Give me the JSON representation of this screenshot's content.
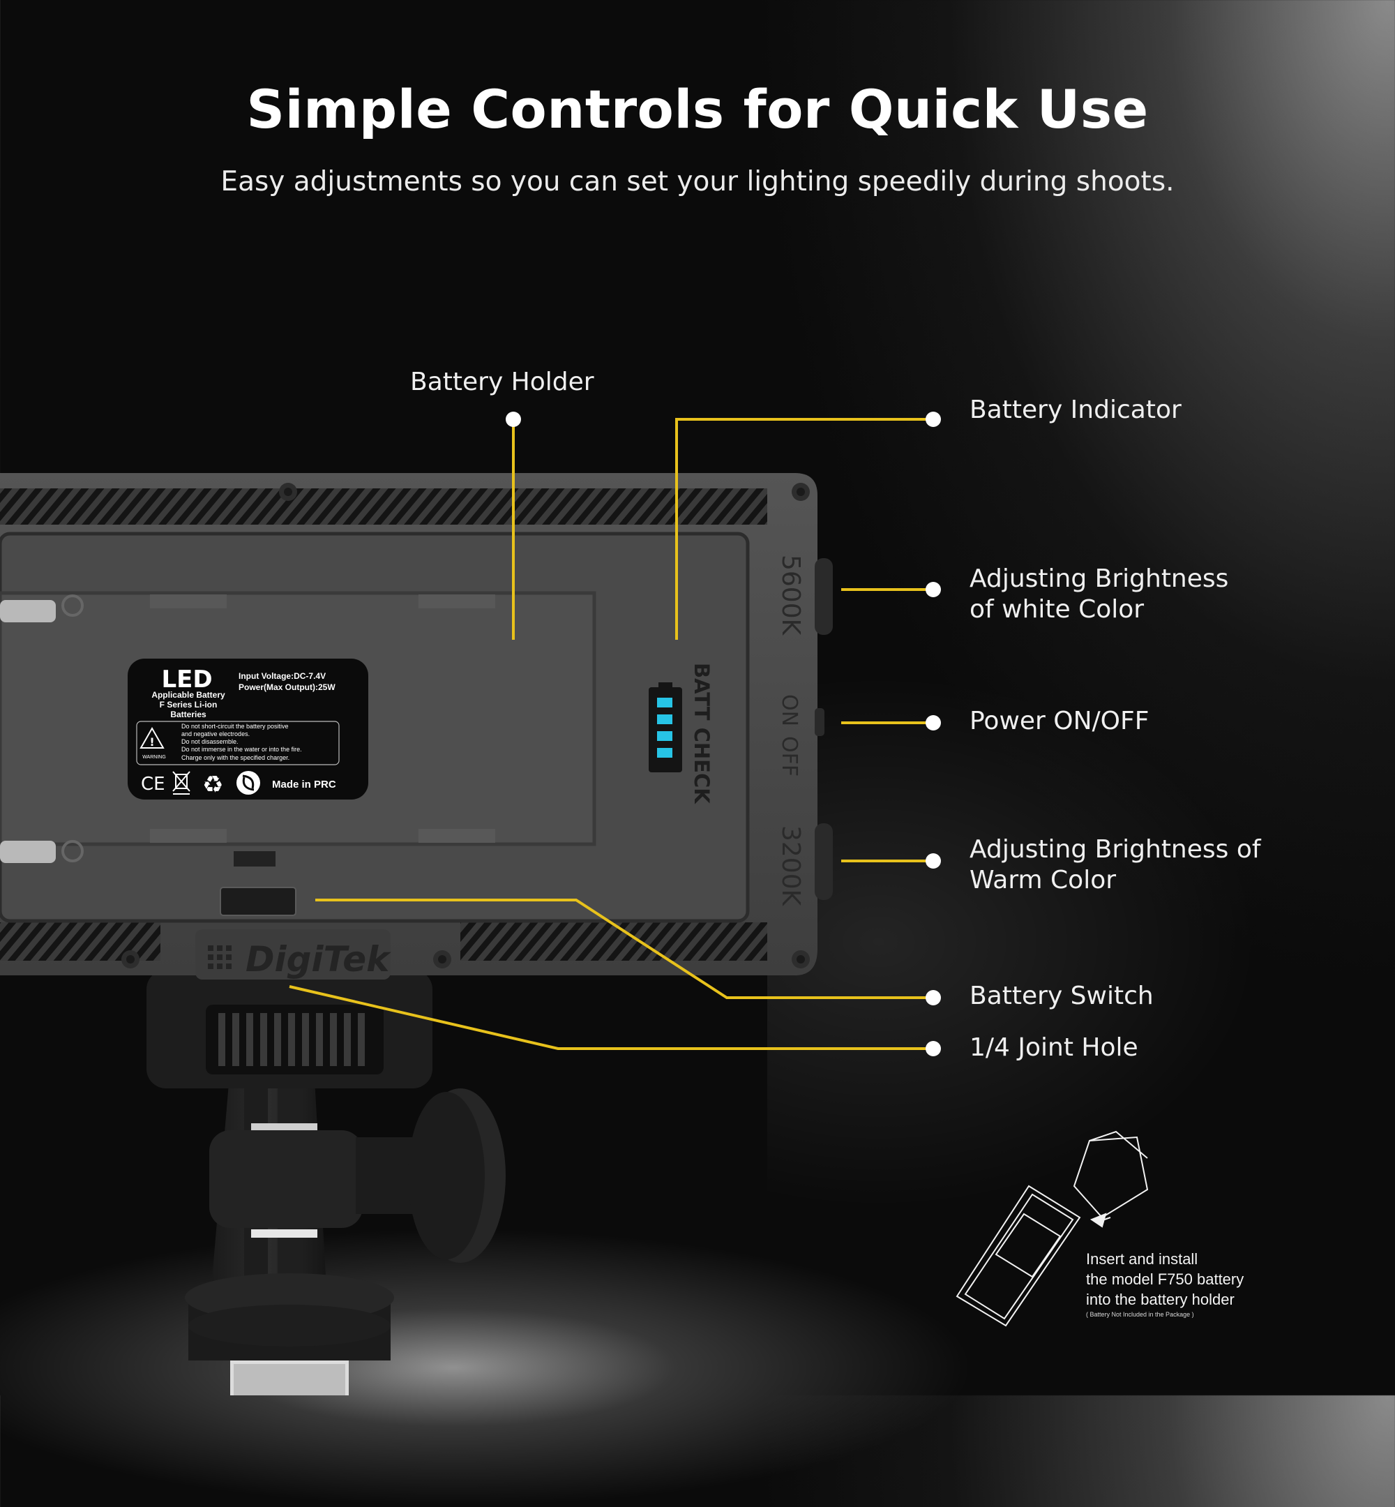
{
  "header": {
    "title": "Simple Controls for Quick Use",
    "subtitle": "Easy adjustments so you can set your lighting speedily during shoots."
  },
  "callouts": {
    "battery_holder": "Battery Holder",
    "battery_indicator": "Battery Indicator",
    "white_brightness_line1": "Adjusting Brightness",
    "white_brightness_line2": "of white Color",
    "power": "Power ON/OFF",
    "warm_brightness_line1": "Adjusting Brightness of",
    "warm_brightness_line2": "Warm Color",
    "battery_switch": "Battery Switch",
    "joint_hole": "1/4 Joint Hole"
  },
  "device": {
    "label_5600": "5600K",
    "label_on": "ON",
    "label_off": "OFF",
    "label_3200": "3200K",
    "batt_check": "BATT CHECK",
    "brand": "DigiTek",
    "sticker": {
      "led": "LED",
      "applicable_1": "Applicable Battery",
      "applicable_2": "F Series Li-ion",
      "applicable_3": "Batteries",
      "input_voltage": "Input Voltage:DC-7.4V",
      "power": "Power(Max Output):25W",
      "warn_1": "Do not short-circuit the battery positive",
      "warn_2": "and negative electrodes.",
      "warn_3": "Do not disassemble.",
      "warn_4": "Do not immerse in the water or into the fire.",
      "warn_5": "Charge only with the specified charger.",
      "warning": "WARNING",
      "ce": "CE",
      "made_in": "Made in PRC"
    },
    "insert_1": "Insert and install",
    "insert_2": "the model F750 battery",
    "insert_3": "into the battery holder",
    "insert_4": "( Battery Not Included in the Package )"
  },
  "colors": {
    "accent_line": "#e8c21c",
    "battery_led": "#27c4e6"
  }
}
